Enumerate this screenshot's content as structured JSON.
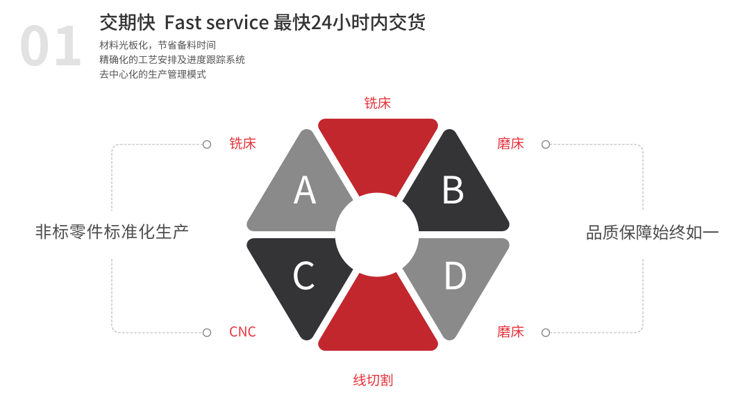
{
  "slide": {
    "number": "01",
    "title": "交期快  Fast service 最快24小时内交货",
    "subtitle_lines": [
      "材料光板化，节省备料时间",
      "精确化的工艺安排及进度跟踪系统",
      "去中心化的生产管理模式"
    ],
    "left_caption": "非标零件标准化生产",
    "right_caption": "品质保障始终如一"
  },
  "colors": {
    "number": "#e2e2e2",
    "title": "#333333",
    "subtitle": "#555555",
    "caption": "#4d4d4d",
    "label_red": "#e5333c",
    "letter": "#ffffff",
    "line": "#b3b3b3",
    "ring": "#818181"
  },
  "hexagon": {
    "sectors": [
      {
        "position": "top",
        "label": "铣床",
        "letter": "",
        "color": "#c2272e"
      },
      {
        "position": "upper-left",
        "label": "铣床",
        "letter": "A",
        "color": "#8a8a8a"
      },
      {
        "position": "upper-right",
        "label": "磨床",
        "letter": "B",
        "color": "#343437"
      },
      {
        "position": "lower-left",
        "label": "CNC",
        "letter": "C",
        "color": "#343437"
      },
      {
        "position": "lower-right",
        "label": "磨床",
        "letter": "D",
        "color": "#8a8a8a"
      },
      {
        "position": "bottom",
        "label": "线切割",
        "letter": "",
        "color": "#c2272e"
      }
    ]
  }
}
